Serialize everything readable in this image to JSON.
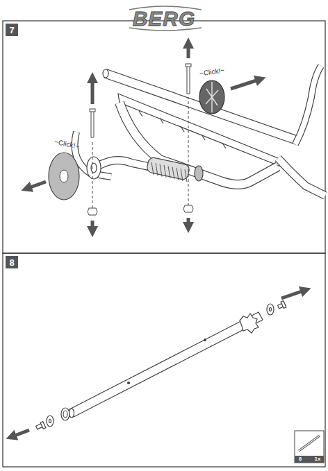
{
  "diagram": {
    "labels": [
      "BERG",
      "7",
      "~Click!~",
      "~Click!~",
      "8",
      "8",
      "1x"
    ]
  }
}
